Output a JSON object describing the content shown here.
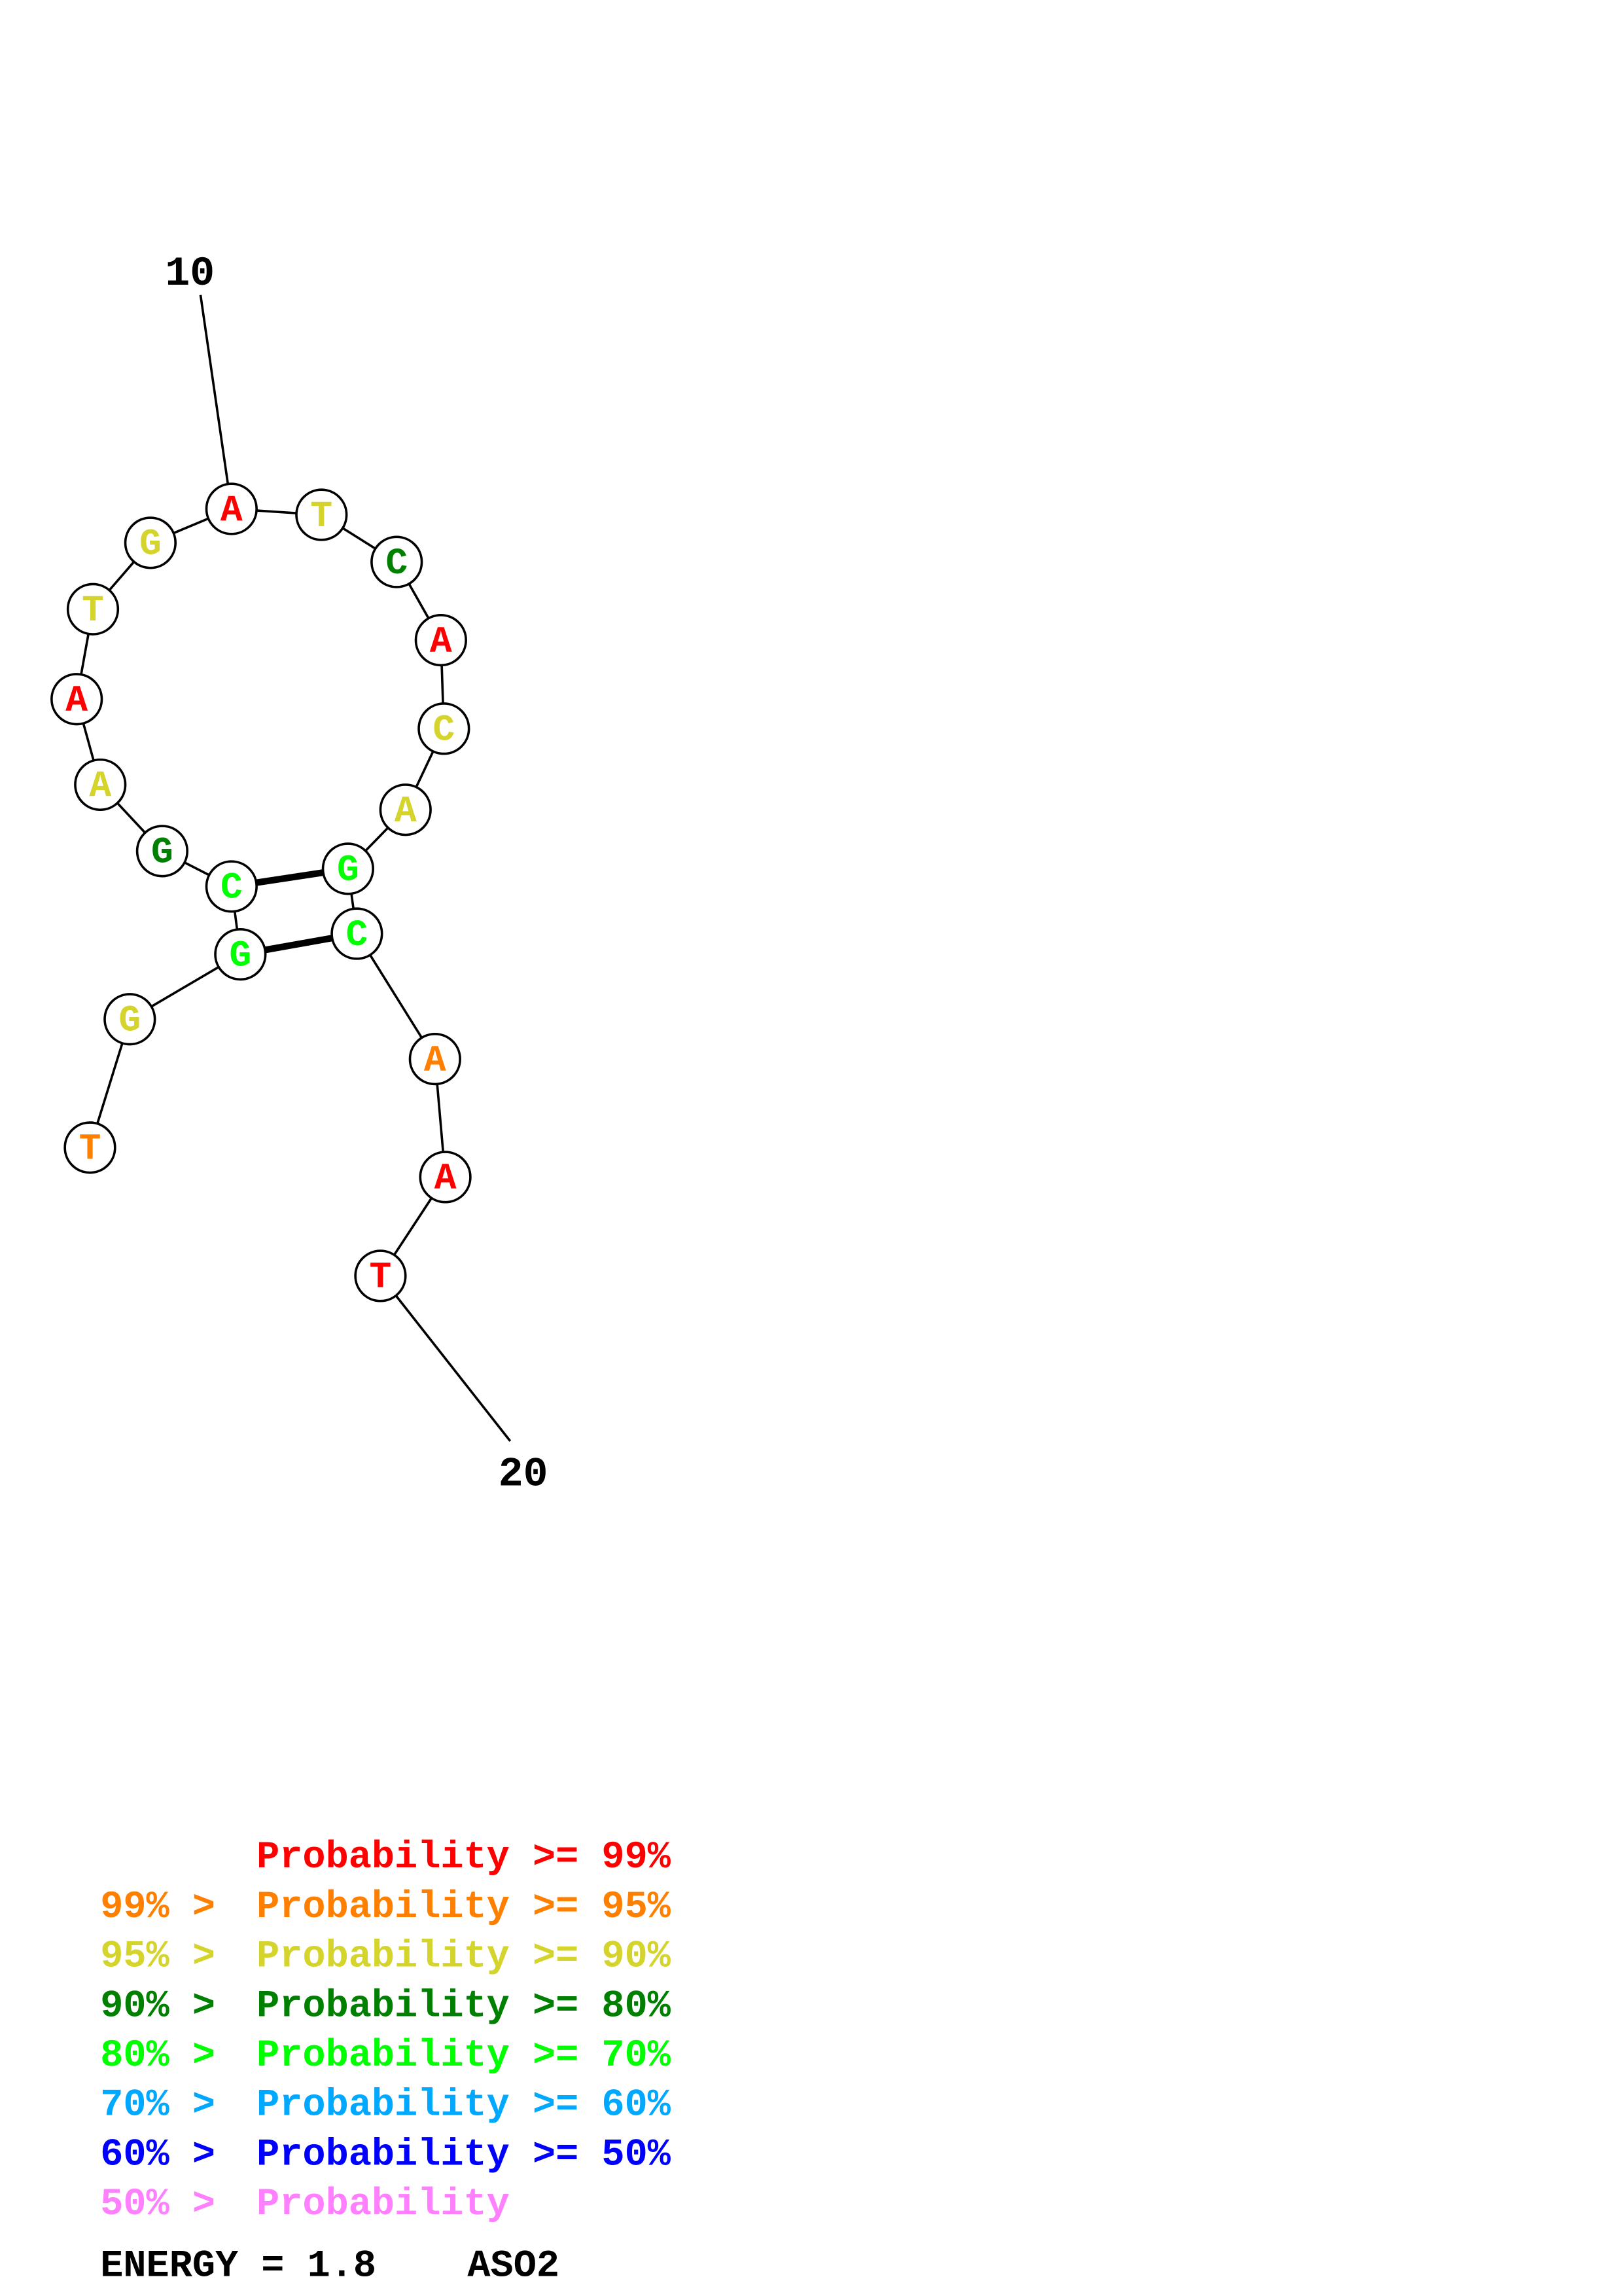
{
  "structure": {
    "start_label": "10",
    "end_label": "20",
    "nucleotides": [
      {
        "letter": "T",
        "prob_class": "p95"
      },
      {
        "letter": "G",
        "prob_class": "p90"
      },
      {
        "letter": "G",
        "prob_class": "p70"
      },
      {
        "letter": "C",
        "prob_class": "p70"
      },
      {
        "letter": "G",
        "prob_class": "p80"
      },
      {
        "letter": "A",
        "prob_class": "p90"
      },
      {
        "letter": "A",
        "prob_class": "p99"
      },
      {
        "letter": "T",
        "prob_class": "p90"
      },
      {
        "letter": "G",
        "prob_class": "p90"
      },
      {
        "letter": "A",
        "prob_class": "p99"
      },
      {
        "letter": "T",
        "prob_class": "p90"
      },
      {
        "letter": "C",
        "prob_class": "p80"
      },
      {
        "letter": "A",
        "prob_class": "p99"
      },
      {
        "letter": "C",
        "prob_class": "p90"
      },
      {
        "letter": "A",
        "prob_class": "p90"
      },
      {
        "letter": "G",
        "prob_class": "p70"
      },
      {
        "letter": "C",
        "prob_class": "p70"
      },
      {
        "letter": "A",
        "prob_class": "p95"
      },
      {
        "letter": "A",
        "prob_class": "p99"
      },
      {
        "letter": "T",
        "prob_class": "p99"
      }
    ],
    "pairs": [
      [
        4,
        16
      ],
      [
        3,
        17
      ]
    ]
  },
  "colors": {
    "p99": "#ff0000",
    "p95": "#ff8000",
    "p90": "#d4d42c",
    "p80": "#008000",
    "p70": "#00ff00",
    "p60": "#00a8ff",
    "p50": "#0000ff",
    "plow": "#ff80ff"
  },
  "legend": [
    {
      "prefix": "    ",
      "text": "Probability >= 99%",
      "color_key": "p99"
    },
    {
      "prefix": "99% > ",
      "text": "Probability >= 95%",
      "color_key": "p95"
    },
    {
      "prefix": "95% > ",
      "text": "Probability >= 90%",
      "color_key": "p90"
    },
    {
      "prefix": "90% > ",
      "text": "Probability >= 80%",
      "color_key": "p80"
    },
    {
      "prefix": "80% > ",
      "text": "Probability >= 70%",
      "color_key": "p70"
    },
    {
      "prefix": "70% > ",
      "text": "Probability >= 60%",
      "color_key": "p60"
    },
    {
      "prefix": "60% > ",
      "text": "Probability >= 50%",
      "color_key": "p50"
    },
    {
      "prefix": "50% > ",
      "text": "Probability",
      "color_key": "plow"
    }
  ],
  "footer": {
    "energy": "ENERGY = 1.8",
    "name": "ASO2"
  }
}
